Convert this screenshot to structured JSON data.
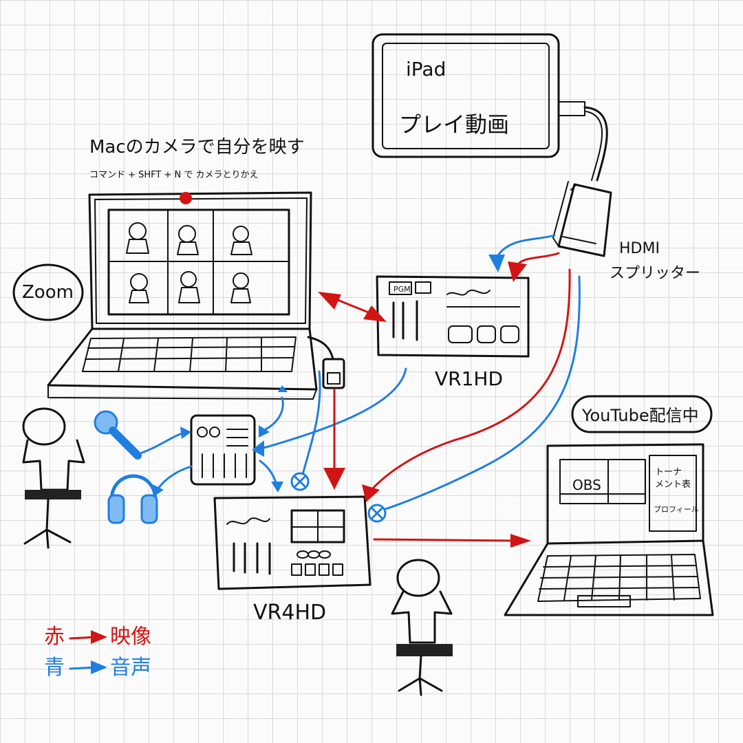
{
  "ipad": {
    "title": "iPad",
    "subtitle": "プレイ動画"
  },
  "mac": {
    "title": "Macのカメラで自分を映す",
    "note": "コマンド + SHFT + N で カメラとりかえ"
  },
  "zoom_label": "Zoom",
  "hdmi_splitter": {
    "line1": "HDMI",
    "line2": "スプリッター"
  },
  "vr1hd": {
    "name": "VR1HD",
    "pgm": "PGM"
  },
  "vr4hd": {
    "name": "VR4HD"
  },
  "youtube_label": "YouTube配信中",
  "stream_laptop": {
    "obs": "OBS",
    "panel1": "トーナ",
    "panel2": "メント表",
    "panel3": "プロフィール"
  },
  "legend": {
    "red_label": "赤",
    "red_meaning": "映像",
    "blue_label": "青",
    "blue_meaning": "音声",
    "red_color": "#d21414",
    "blue_color": "#1f7fe0"
  }
}
